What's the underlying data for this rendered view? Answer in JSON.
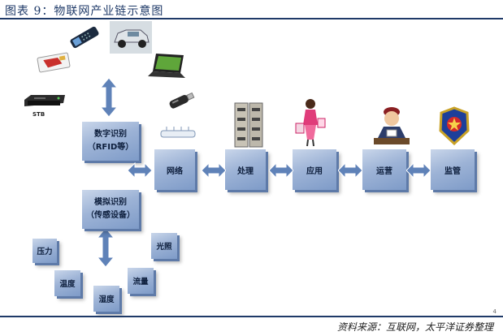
{
  "header": {
    "title": "图表 9：物联网产业链示意图"
  },
  "footer": {
    "source": "资料来源：互联网，太平洋证券整理",
    "page_mark": "4"
  },
  "devices": {
    "stb_label": "STB"
  },
  "chain": {
    "digital": {
      "line1": "数字识别",
      "line2": "（RFID等）"
    },
    "analog": {
      "line1": "模拟识别",
      "line2": "（传感设备）"
    },
    "network": "网络",
    "processing": "处理",
    "application": "应用",
    "operation": "运营",
    "supervision": "监管"
  },
  "sensors": {
    "pressure": "压力",
    "light": "光照",
    "temperature": "温度",
    "flow": "流量",
    "humidity": "湿度"
  },
  "colors": {
    "box": "#9db3d6",
    "arrow": "#5f82b8",
    "rule": "#1f3a68"
  }
}
